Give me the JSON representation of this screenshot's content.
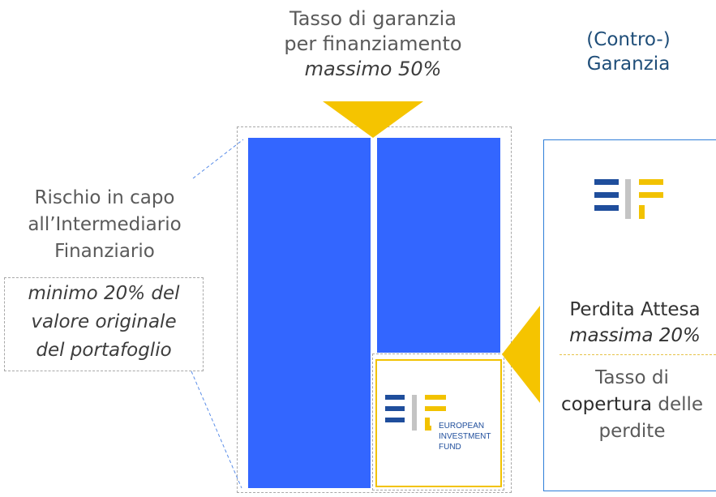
{
  "top_caption": {
    "line1": "Tasso di garanzia",
    "line2": "per finanziamento",
    "line3": "massimo 50%"
  },
  "guarantee_title": {
    "line1": "(Contro-)",
    "line2": "Garanzia"
  },
  "left_caption": {
    "line1": "Rischio in capo",
    "line2": "all’Intermediario",
    "line3": "Finanziario",
    "box_line1": "minimo 20% del",
    "box_line2": "valore originale",
    "box_line3": "del portafoglio"
  },
  "right_caption": {
    "perdita_line1": "Perdita Attesa",
    "perdita_line2": "massima 20%",
    "copertura_line1": "Tasso di",
    "copertura_word": "copertura",
    "copertura_tail": " delle",
    "copertura_line3": "perdite"
  },
  "eif_logo": {
    "line1": "EUROPEAN",
    "line2": "INVESTMENT",
    "line3": "FUND"
  },
  "colors": {
    "portfolio_blue": "#3366ff",
    "eif_navy": "#1f4e9c",
    "eif_yellow": "#f2c200",
    "arrow_yellow": "#f5c400",
    "panel_border": "#2f7ed8"
  },
  "icons": [
    "eif-logo-icon",
    "down-triangle-icon",
    "left-triangle-icon"
  ]
}
